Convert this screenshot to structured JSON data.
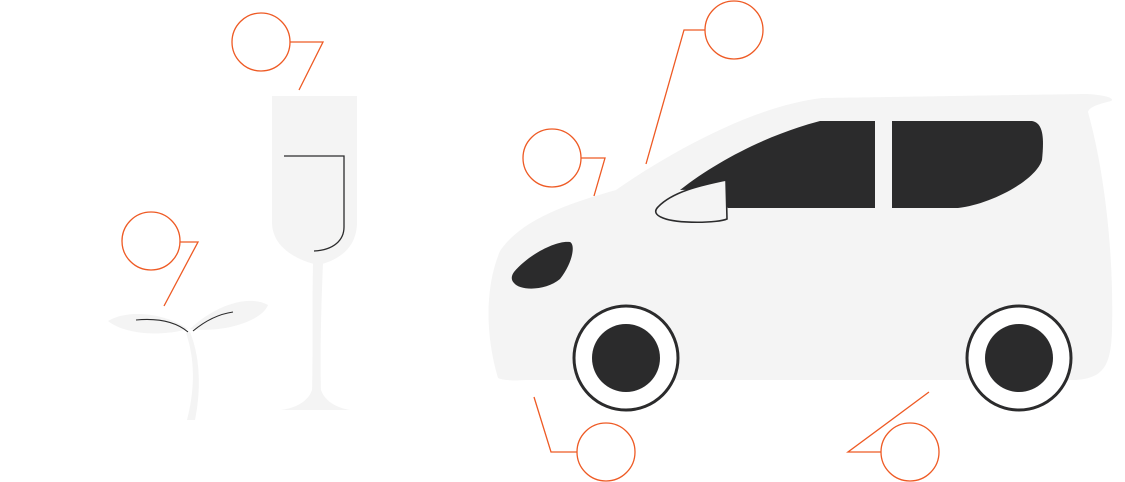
{
  "colors": {
    "background": "#ffffff",
    "object_fill": "#f4f4f4",
    "dark": "#2b2b2c",
    "outline": "#2b2b2c",
    "callout": "#ee5a24"
  },
  "objects": [
    "seedling",
    "champagne-glass",
    "minivan"
  ],
  "callouts": {
    "count": 6,
    "label_text": ""
  }
}
